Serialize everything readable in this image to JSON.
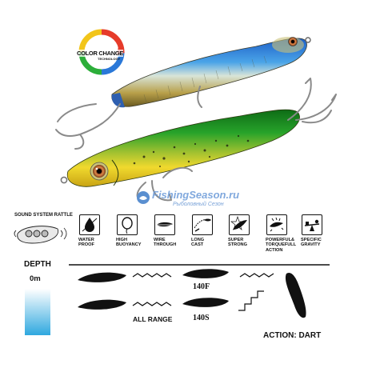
{
  "badge": {
    "line1": "COLOR CHANGE",
    "line2": "TECHNOLOGY"
  },
  "watermark": {
    "brand": "FishingSeason.ru",
    "sub": "Рыболовный Сезон"
  },
  "sound_system": {
    "label": "SOUND SYSTEM RATTLE"
  },
  "features": [
    {
      "label": "WATER\nPROOF",
      "icon": "water-drop-icon"
    },
    {
      "label": "HIGH\nBUOYANCY",
      "icon": "balloon-icon"
    },
    {
      "label": "WIRE\nTHROUGH",
      "icon": "wire-through-icon"
    },
    {
      "label": "LONG\nCAST",
      "icon": "long-cast-icon"
    },
    {
      "label": "SUPER\nSTRONG",
      "icon": "super-strong-icon"
    },
    {
      "label": "POWERFUL&\nTORQUEFULL\nACTION",
      "icon": "powerful-action-icon"
    },
    {
      "label": "SPECIFIC\nGRAVITY",
      "icon": "gravity-scale-icon"
    }
  ],
  "depth": {
    "title": "DEPTH",
    "level": "0m"
  },
  "models": {
    "floating": "140F",
    "sinking": "140S",
    "all_range": "ALL RANGE"
  },
  "action": {
    "text": "ACTION: DART"
  },
  "colors": {
    "green": "#1f8a1c",
    "yellow": "#e7cf2a",
    "blue": "#2a6fd0",
    "depth_blue": "#38aee0"
  }
}
